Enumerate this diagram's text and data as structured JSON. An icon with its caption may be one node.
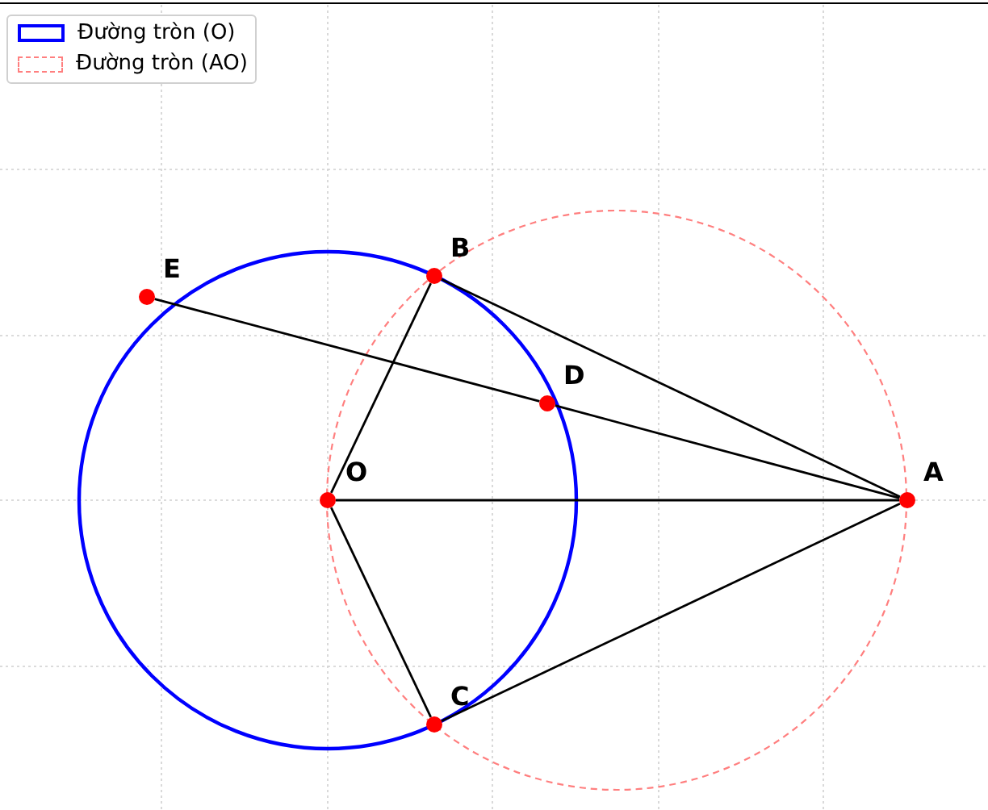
{
  "diagram": {
    "nodes": [
      {
        "text": [
          "O"
        ]
      },
      {
        "text": [
          "A"
        ]
      },
      {
        "text": [
          "B"
        ]
      },
      {
        "text": [
          "C"
        ]
      },
      {
        "text": [
          "D"
        ]
      },
      {
        "text": [
          "E"
        ]
      }
    ],
    "edges": [
      {
        "from": 0,
        "to": 2,
        "arrow": "none"
      },
      {
        "from": 0,
        "to": 3,
        "arrow": "none"
      },
      {
        "from": 0,
        "to": 1,
        "arrow": "none"
      },
      {
        "from": 2,
        "to": 1,
        "arrow": "none"
      },
      {
        "from": 3,
        "to": 1,
        "arrow": "none"
      },
      {
        "from": 5,
        "to": 4,
        "arrow": "none"
      },
      {
        "from": 4,
        "to": 1,
        "arrow": "none"
      }
    ],
    "legend": [
      {
        "text": "Đường tròn (O)"
      },
      {
        "text": "Đường tròn (AO)"
      }
    ]
  }
}
